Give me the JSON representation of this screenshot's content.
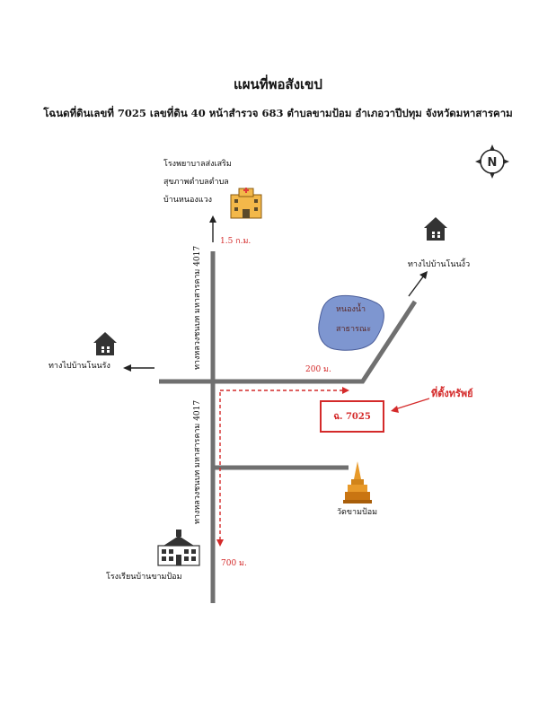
{
  "title": "แผนที่พอสังเขป",
  "subtitle": "โฉนดที่ดินเลขที่ 7025 เลขที่ดิน 40 หน้าสำรวจ 683 ตำบลขามป้อม อำเภอวาปีปทุม จังหวัดมหาสารคาม",
  "hospital": {
    "line1": "โรงพยาบาลส่งเสริม",
    "line2": "สุขภาพตำบลตำบล",
    "line3": "บ้านหนองแวง",
    "distance": "1.5 ก.ม."
  },
  "highway_top": "ทางหลวงชนบท มหาสารคาม 4017",
  "highway_bottom": "ทางหลวงชนบท มหาสารคาม 4017",
  "to_ban_non_rang": "ทางไปบ้านโนนรัง",
  "to_ban_non_ngio": "ทางไปบ้านโนนงิ้ว",
  "pond": {
    "line1": "หนองน้ำ",
    "line2": "สาธารณะ"
  },
  "distance_200": "200 ม.",
  "distance_700": "700 ม.",
  "property_location": "ที่ตั้งทรัพย์",
  "parcel": "ฉ. 7025",
  "temple": "วัดขามป้อม",
  "school": "โรงเรียนบ้านขามป้อม",
  "compass": "N",
  "colors": {
    "road": "#707070",
    "marker": "#d42a2a",
    "pond": "#7e96d0",
    "building": "#3b3b3b",
    "temple": "#e89a2a"
  }
}
